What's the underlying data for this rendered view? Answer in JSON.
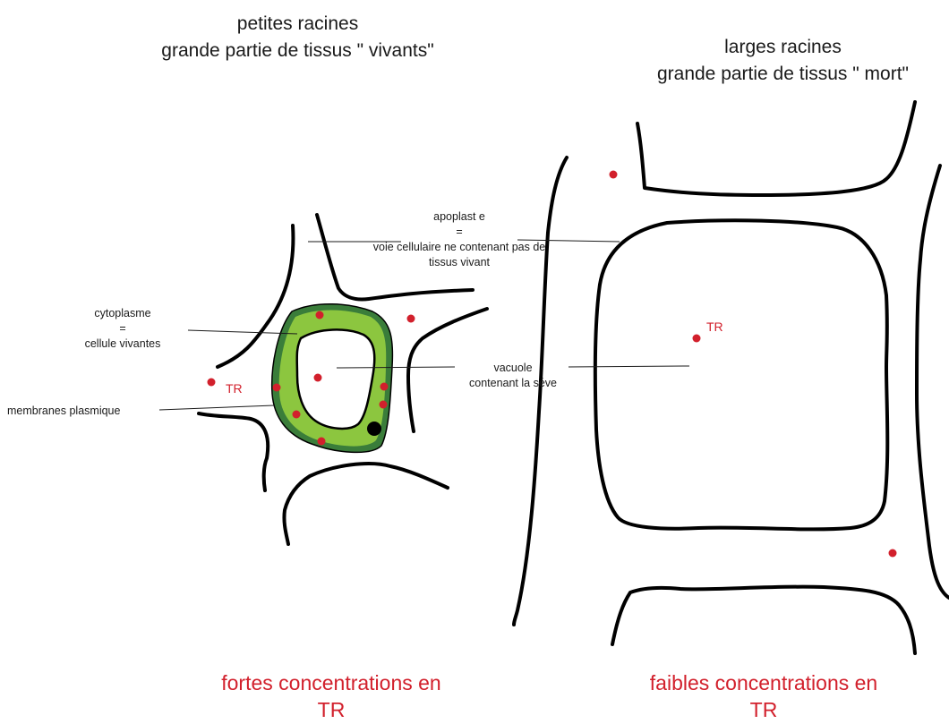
{
  "left_panel": {
    "title_line1": "petites racines",
    "title_line2": "grande partie de tissus \" vivants\"",
    "conclusion_line1": "fortes concentrations en",
    "conclusion_line2": "TR"
  },
  "right_panel": {
    "title_line1": "larges racines",
    "title_line2": "grande partie de tissus \" mort\"",
    "conclusion_line1": "faibles concentrations en",
    "conclusion_line2": "TR"
  },
  "annotations": {
    "apoplast_line1": "apoplast e",
    "apoplast_line2": "=",
    "apoplast_line3": "voie cellulaire ne contenant pas de",
    "apoplast_line4": "tissus vivant",
    "cytoplasm_line1": "cytoplasme",
    "cytoplasm_line2": "=",
    "cytoplasm_line3": "cellule vivantes",
    "membrane": "membranes plasmique",
    "vacuole_line1": "vacuole",
    "vacuole_line2": "contenant la séve",
    "tr_left": "TR",
    "tr_right": "TR"
  },
  "colors": {
    "cell_wall": "#000000",
    "cytoplasm_fill": "#8cc63f",
    "cytoplasm_outline": "#3a7d3a",
    "tr_marker": "#d2202c",
    "text_red": "#d2202c"
  }
}
